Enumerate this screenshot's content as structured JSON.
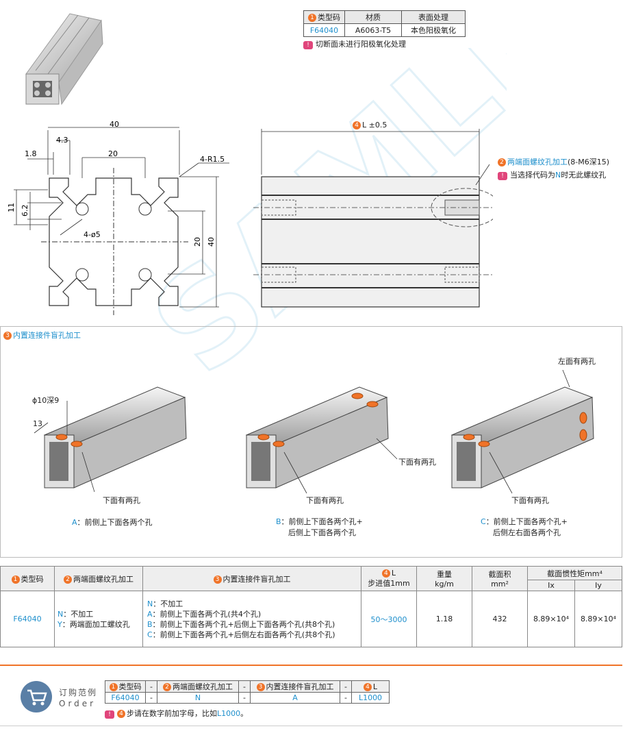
{
  "spec_table": {
    "headers": [
      "类型码",
      "材质",
      "表面处理"
    ],
    "header_num": "1",
    "row": [
      "F64040",
      "A6063-T5",
      "本色阳极氧化"
    ]
  },
  "note_cut": "切断面未进行阳极氧化处理",
  "dims_section": {
    "d40": "40",
    "d4_3": "4.3",
    "d1_8": "1.8",
    "d20": "20",
    "r15": "4-R1.5",
    "d11": "11",
    "d6_2": "6.2",
    "phi5": "4-ø5",
    "v20": "20",
    "v40": "40"
  },
  "side_view": {
    "L_num": "4",
    "L_label": "L ±0.5",
    "thread_num": "2",
    "thread_label": "两端面螺纹孔加工",
    "thread_spec": "(8-M6深15)",
    "thread_note_pre": "当选择代码为",
    "thread_note_code": "N",
    "thread_note_post": "时无此螺纹孔"
  },
  "blind_section": {
    "num": "3",
    "title": "内置连接件盲孔加工",
    "phi_label": "ϕ10深9",
    "dim13": "13",
    "bottom_two": "下面有两孔",
    "left_two": "左面有两孔",
    "A_code": "A",
    "A_text": "：前侧上下面各两个孔",
    "B_code": "B",
    "B_text1": "：前侧上下面各两个孔+",
    "B_text2": "后侧上下面各两个孔",
    "C_code": "C",
    "C_text1": "：前侧上下面各两个孔+",
    "C_text2": "后侧左右面各两个孔"
  },
  "main_table": {
    "h_type": "类型码",
    "h_type_num": "1",
    "h_thread": "两端面螺纹孔加工",
    "h_thread_num": "2",
    "h_blind": "内置连接件盲孔加工",
    "h_blind_num": "3",
    "h_L": "L",
    "h_L_num": "4",
    "h_L_sub": "步进值1mm",
    "h_weight": "重量",
    "h_weight_unit": "kg/m",
    "h_area": "截面积",
    "h_area_unit": "mm²",
    "h_inertia": "截面惯性矩mm⁴",
    "h_ix": "Ix",
    "h_iy": "Iy",
    "type": "F64040",
    "thread_opts": [
      {
        "code": "N",
        "text": "：不加工"
      },
      {
        "code": "Y",
        "text": "：两端面加工螺纹孔"
      }
    ],
    "blind_opts": [
      {
        "code": "N",
        "text": "：不加工"
      },
      {
        "code": "A",
        "text": "：前侧上下面各两个孔(共4个孔)"
      },
      {
        "code": "B",
        "text": "：前侧上下面各两个孔+后侧上下面各两个孔(共8个孔)"
      },
      {
        "code": "C",
        "text": "：前侧上下面各两个孔+后侧左右面各两个孔(共8个孔)"
      }
    ],
    "L_range": "50～3000",
    "weight": "1.18",
    "area": "432",
    "ix": "8.89×10⁴",
    "iy": "8.89×10⁴"
  },
  "order": {
    "title": "订购范例",
    "title_en": "Order",
    "headers": [
      {
        "num": "1",
        "text": "类型码"
      },
      {
        "num": "",
        "text": "-"
      },
      {
        "num": "2",
        "text": "两端面螺纹孔加工"
      },
      {
        "num": "",
        "text": "-"
      },
      {
        "num": "3",
        "text": "内置连接件盲孔加工"
      },
      {
        "num": "",
        "text": "-"
      },
      {
        "num": "4",
        "text": "L"
      }
    ],
    "values": [
      "F64040",
      "-",
      "N",
      "-",
      "A",
      "-",
      "L1000"
    ],
    "note_num": "4",
    "note_pre": "步请在数字前加字母，比如",
    "note_code": "L1000",
    "note_post": "。"
  },
  "watermark": "SAMLE",
  "colors": {
    "accent": "#1e8fcc",
    "orange": "#f07328",
    "warn": "#e0457b"
  }
}
